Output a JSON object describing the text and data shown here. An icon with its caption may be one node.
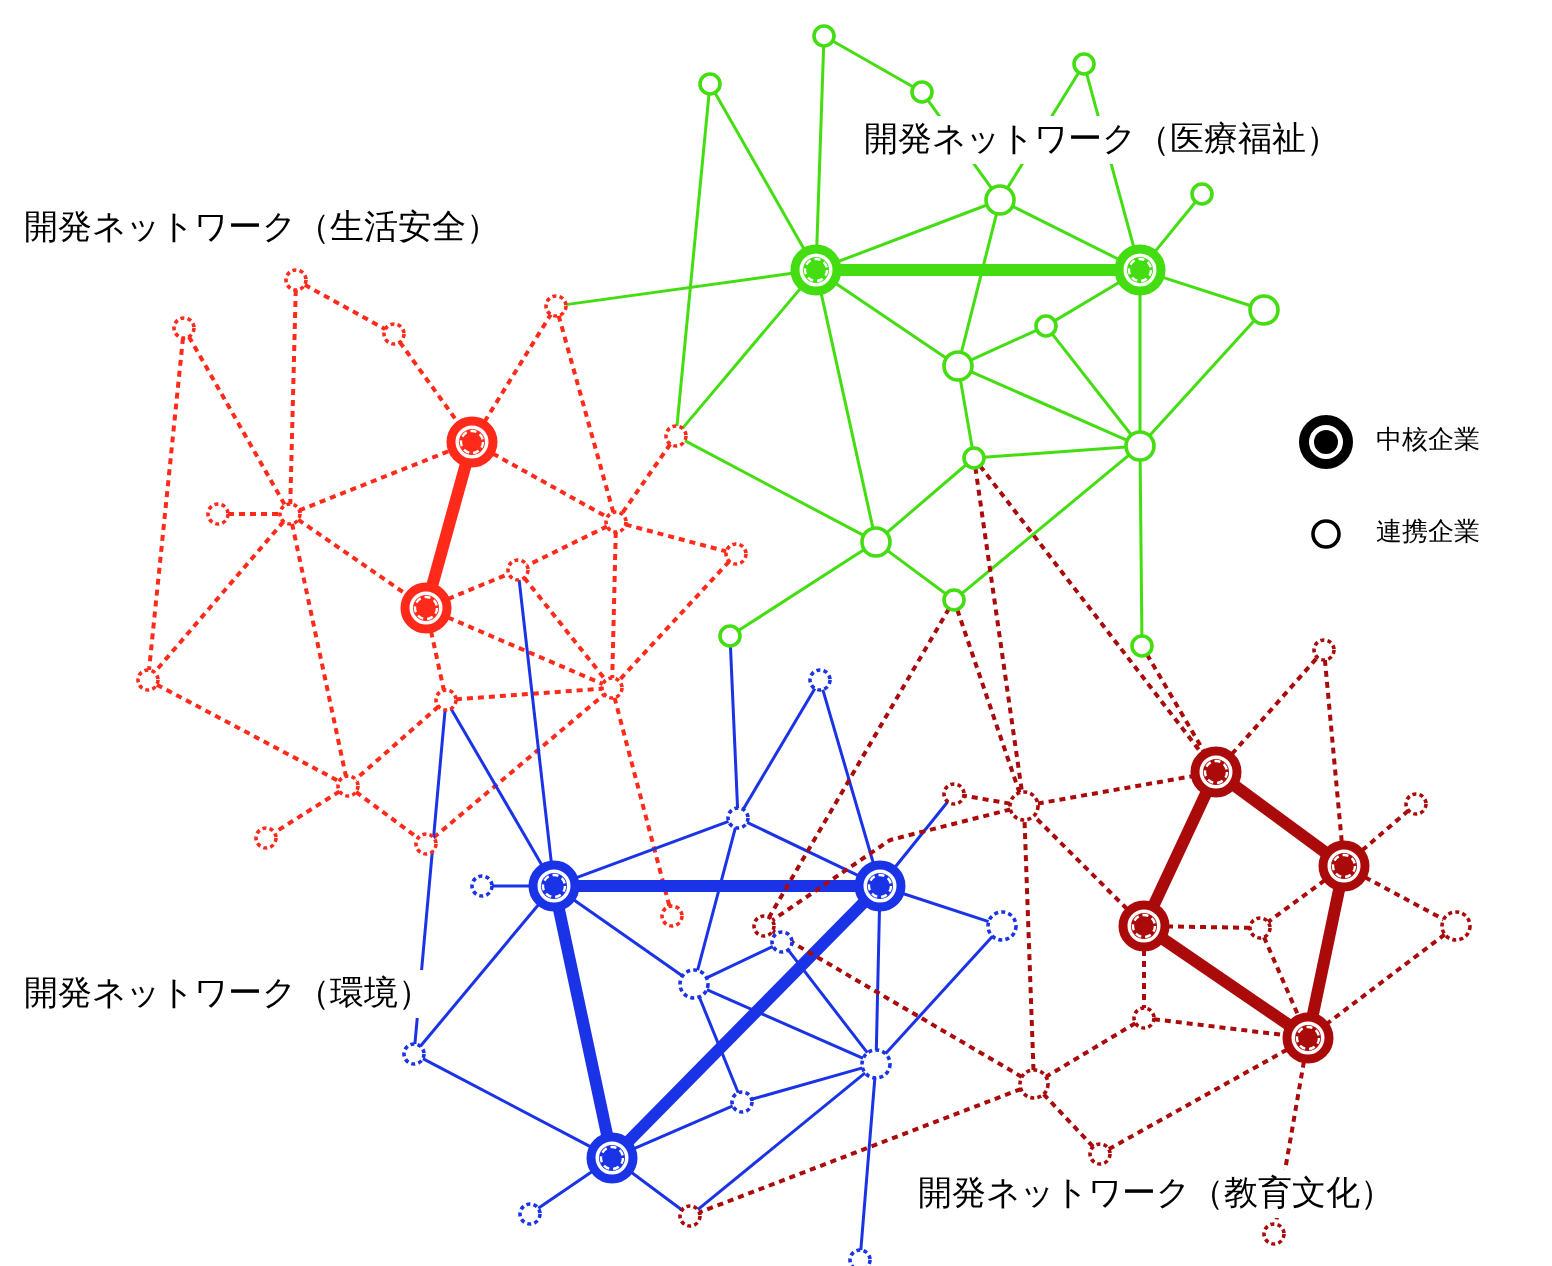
{
  "diagram": {
    "nodes": [
      {
        "text": [],
        "shape": "circle"
      },
      {
        "text": [],
        "shape": "circle"
      },
      {
        "text": [],
        "shape": "circle"
      },
      {
        "text": [],
        "shape": "circle"
      },
      {
        "text": [],
        "shape": "circle"
      },
      {
        "text": [],
        "shape": "circle"
      },
      {
        "text": [],
        "shape": "circle"
      },
      {
        "text": [],
        "shape": "circle"
      },
      {
        "text": [],
        "shape": "circle"
      },
      {
        "text": [],
        "shape": "circle"
      },
      {
        "text": [],
        "shape": "circle"
      },
      {
        "text": [],
        "shape": "circle"
      },
      {
        "text": [],
        "shape": "circle"
      },
      {
        "text": [],
        "shape": "circle"
      },
      {
        "text": [],
        "shape": "circle"
      },
      {
        "text": [],
        "shape": "circle"
      },
      {
        "text": [],
        "shape": "circle"
      },
      {
        "text": [],
        "shape": "circle"
      },
      {
        "text": [],
        "shape": "circle"
      },
      {
        "text": [],
        "shape": "circle"
      },
      {
        "text": [],
        "shape": "circle"
      },
      {
        "text": [],
        "shape": "circle"
      },
      {
        "text": [],
        "shape": "circle"
      },
      {
        "text": [],
        "shape": "circle"
      },
      {
        "text": [],
        "shape": "circle"
      },
      {
        "text": [],
        "shape": "circle"
      },
      {
        "text": [],
        "shape": "circle"
      },
      {
        "text": [],
        "shape": "circle"
      },
      {
        "text": [],
        "shape": "circle"
      },
      {
        "text": [],
        "shape": "circle"
      },
      {
        "text": [],
        "shape": "circle"
      },
      {
        "text": [],
        "shape": "circle"
      },
      {
        "text": [],
        "shape": "circle"
      },
      {
        "text": [],
        "shape": "circle"
      },
      {
        "text": [],
        "shape": "circle"
      },
      {
        "text": [],
        "shape": "circle"
      },
      {
        "text": [],
        "shape": "circle"
      },
      {
        "text": [],
        "shape": "circle"
      },
      {
        "text": [],
        "shape": "circle"
      },
      {
        "text": [],
        "shape": "circle"
      },
      {
        "text": [],
        "shape": "circle"
      },
      {
        "text": [],
        "shape": "circle"
      },
      {
        "text": [],
        "shape": "circle"
      },
      {
        "text": [],
        "shape": "circle"
      },
      {
        "text": [],
        "shape": "circle"
      },
      {
        "text": [],
        "shape": "circle"
      },
      {
        "text": [],
        "shape": "circle"
      },
      {
        "text": [],
        "shape": "circle"
      },
      {
        "text": [],
        "shape": "circle"
      },
      {
        "text": [],
        "shape": "circle"
      },
      {
        "text": [],
        "shape": "circle"
      },
      {
        "text": [],
        "shape": "circle"
      },
      {
        "text": [],
        "shape": "circle"
      },
      {
        "text": [],
        "shape": "circle"
      },
      {
        "text": [],
        "shape": "circle"
      },
      {
        "text": [],
        "shape": "circle"
      },
      {
        "text": [],
        "shape": "circle"
      },
      {
        "text": [],
        "shape": "circle"
      },
      {
        "text": [],
        "shape": "circle"
      },
      {
        "text": [],
        "shape": "circle"
      },
      {
        "text": [],
        "shape": "circle"
      },
      {
        "text": [],
        "shape": "circle"
      },
      {
        "text": [],
        "shape": "circle"
      },
      {
        "text": [],
        "shape": "circle"
      },
      {
        "text": [],
        "shape": "circle"
      },
      {
        "text": [],
        "shape": "circle"
      }
    ],
    "edges": [
      {
        "from": 0,
        "to": 1,
        "arrow": "none",
        "style": "thick",
        "color": "#44dd11"
      },
      {
        "from": 3,
        "to": 0,
        "arrow": "none",
        "color": "#44dd11"
      },
      {
        "from": 2,
        "to": 0,
        "arrow": "none",
        "color": "#44dd11"
      },
      {
        "from": 2,
        "to": 4,
        "arrow": "none",
        "color": "#44dd11"
      },
      {
        "from": 4,
        "to": 6,
        "arrow": "none",
        "color": "#44dd11"
      },
      {
        "from": 5,
        "to": 6,
        "arrow": "none",
        "color": "#44dd11"
      },
      {
        "from": 5,
        "to": 1,
        "arrow": "none",
        "color": "#44dd11"
      },
      {
        "from": 6,
        "to": 0,
        "arrow": "none",
        "color": "#44dd11"
      },
      {
        "from": 6,
        "to": 1,
        "arrow": "none",
        "color": "#44dd11"
      },
      {
        "from": 7,
        "to": 1,
        "arrow": "none",
        "color": "#44dd11"
      },
      {
        "from": 1,
        "to": 8,
        "arrow": "none",
        "color": "#44dd11"
      },
      {
        "from": 1,
        "to": 9,
        "arrow": "none",
        "color": "#44dd11"
      },
      {
        "from": 9,
        "to": 10,
        "arrow": "none",
        "color": "#44dd11"
      },
      {
        "from": 9,
        "to": 12,
        "arrow": "none",
        "color": "#44dd11"
      },
      {
        "from": 1,
        "to": 12,
        "arrow": "none",
        "color": "#44dd11"
      },
      {
        "from": 6,
        "to": 10,
        "arrow": "none",
        "color": "#44dd11"
      },
      {
        "from": 0,
        "to": 10,
        "arrow": "none",
        "color": "#44dd11"
      },
      {
        "from": 10,
        "to": 12,
        "arrow": "none",
        "color": "#44dd11"
      },
      {
        "from": 10,
        "to": 11,
        "arrow": "none",
        "color": "#44dd11"
      },
      {
        "from": 11,
        "to": 12,
        "arrow": "none",
        "color": "#44dd11"
      },
      {
        "from": 8,
        "to": 12,
        "arrow": "none",
        "color": "#44dd11"
      },
      {
        "from": 0,
        "to": 13,
        "arrow": "none",
        "color": "#44dd11"
      },
      {
        "from": 11,
        "to": 13,
        "arrow": "none",
        "color": "#44dd11"
      },
      {
        "from": 13,
        "to": 14,
        "arrow": "none",
        "color": "#44dd11"
      },
      {
        "from": 12,
        "to": 14,
        "arrow": "none",
        "color": "#44dd11"
      },
      {
        "from": 12,
        "to": 16,
        "arrow": "none",
        "color": "#44dd11"
      },
      {
        "from": 13,
        "to": 15,
        "arrow": "none",
        "color": "#44dd11"
      },
      {
        "from": 0,
        "to": 22,
        "arrow": "none",
        "color": "#44dd11"
      },
      {
        "from": 0,
        "to": 25,
        "arrow": "none",
        "color": "#44dd11"
      },
      {
        "from": 3,
        "to": 25,
        "arrow": "none",
        "color": "#44dd11"
      },
      {
        "from": 25,
        "to": 13,
        "arrow": "none",
        "color": "#44dd11"
      },
      {
        "from": 19,
        "to": 21,
        "arrow": "none",
        "style": "dashed",
        "color": "#ff2a1a"
      },
      {
        "from": 21,
        "to": 17,
        "arrow": "none",
        "style": "dashed",
        "color": "#ff2a1a"
      },
      {
        "from": 19,
        "to": 23,
        "arrow": "none",
        "style": "dashed",
        "color": "#ff2a1a"
      },
      {
        "from": 20,
        "to": 23,
        "arrow": "none",
        "style": "dashed",
        "color": "#ff2a1a"
      },
      {
        "from": 20,
        "to": 29,
        "arrow": "none",
        "style": "dashed",
        "color": "#ff2a1a"
      },
      {
        "from": 24,
        "to": 23,
        "arrow": "none",
        "style": "dashed",
        "color": "#ff2a1a"
      },
      {
        "from": 23,
        "to": 17,
        "arrow": "none",
        "style": "dashed",
        "color": "#ff2a1a"
      },
      {
        "from": 23,
        "to": 18,
        "arrow": "none",
        "style": "dashed",
        "color": "#ff2a1a"
      },
      {
        "from": 23,
        "to": 29,
        "arrow": "none",
        "style": "dashed",
        "color": "#ff2a1a"
      },
      {
        "from": 23,
        "to": 32,
        "arrow": "none",
        "style": "dashed",
        "color": "#ff2a1a"
      },
      {
        "from": 17,
        "to": 18,
        "arrow": "none",
        "style": "thick",
        "color": "#ff2a1a"
      },
      {
        "from": 17,
        "to": 22,
        "arrow": "none",
        "style": "dashed",
        "color": "#ff2a1a"
      },
      {
        "from": 17,
        "to": 26,
        "arrow": "none",
        "style": "dashed",
        "color": "#ff2a1a"
      },
      {
        "from": 22,
        "to": 26,
        "arrow": "none",
        "style": "dashed",
        "color": "#ff2a1a"
      },
      {
        "from": 25,
        "to": 26,
        "arrow": "none",
        "style": "dashed",
        "color": "#ff2a1a"
      },
      {
        "from": 26,
        "to": 27,
        "arrow": "none",
        "style": "dashed",
        "color": "#ff2a1a"
      },
      {
        "from": 26,
        "to": 28,
        "arrow": "none",
        "style": "dashed",
        "color": "#ff2a1a"
      },
      {
        "from": 26,
        "to": 31,
        "arrow": "none",
        "style": "dashed",
        "color": "#ff2a1a"
      },
      {
        "from": 27,
        "to": 31,
        "arrow": "none",
        "style": "dashed",
        "color": "#ff2a1a"
      },
      {
        "from": 18,
        "to": 28,
        "arrow": "none",
        "style": "dashed",
        "color": "#ff2a1a"
      },
      {
        "from": 18,
        "to": 30,
        "arrow": "none",
        "style": "dashed",
        "color": "#ff2a1a"
      },
      {
        "from": 18,
        "to": 31,
        "arrow": "none",
        "style": "dashed",
        "color": "#ff2a1a"
      },
      {
        "from": 28,
        "to": 31,
        "arrow": "none",
        "style": "dashed",
        "color": "#ff2a1a"
      },
      {
        "from": 29,
        "to": 32,
        "arrow": "none",
        "style": "dashed",
        "color": "#ff2a1a"
      },
      {
        "from": 30,
        "to": 31,
        "arrow": "none",
        "style": "dashed",
        "color": "#ff2a1a"
      },
      {
        "from": 30,
        "to": 32,
        "arrow": "none",
        "style": "dashed",
        "color": "#ff2a1a"
      },
      {
        "from": 32,
        "to": 33,
        "arrow": "none",
        "style": "dashed",
        "color": "#ff2a1a"
      },
      {
        "from": 32,
        "to": 34,
        "arrow": "none",
        "style": "dashed",
        "color": "#ff2a1a"
      },
      {
        "from": 34,
        "to": 31,
        "arrow": "none",
        "style": "dashed",
        "color": "#ff2a1a"
      },
      {
        "from": 31,
        "to": 35,
        "arrow": "none",
        "style": "dashed",
        "color": "#ff2a1a"
      },
      {
        "from": 36,
        "to": 39,
        "arrow": "none",
        "color": "#1a33e6"
      },
      {
        "from": 36,
        "to": 28,
        "arrow": "none",
        "color": "#1a33e6"
      },
      {
        "from": 36,
        "to": 30,
        "arrow": "none",
        "color": "#1a33e6"
      },
      {
        "from": 30,
        "to": 40,
        "arrow": "none",
        "color": "#1a33e6"
      },
      {
        "from": 36,
        "to": 42,
        "arrow": "none",
        "color": "#1a33e6"
      },
      {
        "from": 36,
        "to": 44,
        "arrow": "none",
        "color": "#1a33e6"
      },
      {
        "from": 36,
        "to": 40,
        "arrow": "none",
        "color": "#1a33e6"
      },
      {
        "from": 36,
        "to": 37,
        "arrow": "none",
        "style": "thick",
        "color": "#1a33e6"
      },
      {
        "from": 36,
        "to": 38,
        "arrow": "none",
        "style": "thick",
        "color": "#1a33e6"
      },
      {
        "from": 38,
        "to": 40,
        "arrow": "none",
        "color": "#1a33e6"
      },
      {
        "from": 38,
        "to": 41,
        "arrow": "none",
        "color": "#1a33e6"
      },
      {
        "from": 38,
        "to": 37,
        "arrow": "none",
        "style": "thick",
        "color": "#1a33e6"
      },
      {
        "from": 38,
        "to": 45,
        "arrow": "none",
        "color": "#1a33e6"
      },
      {
        "from": 38,
        "to": 65,
        "arrow": "none",
        "color": "#1a33e6"
      },
      {
        "from": 42,
        "to": 15,
        "arrow": "none",
        "color": "#1a33e6"
      },
      {
        "from": 42,
        "to": 44,
        "arrow": "none",
        "color": "#1a33e6"
      },
      {
        "from": 42,
        "to": 37,
        "arrow": "none",
        "color": "#1a33e6"
      },
      {
        "from": 43,
        "to": 42,
        "arrow": "none",
        "color": "#1a33e6"
      },
      {
        "from": 43,
        "to": 37,
        "arrow": "none",
        "color": "#1a33e6"
      },
      {
        "from": 37,
        "to": 60,
        "arrow": "none",
        "color": "#1a33e6"
      },
      {
        "from": 37,
        "to": 46,
        "arrow": "none",
        "color": "#1a33e6"
      },
      {
        "from": 37,
        "to": 47,
        "arrow": "none",
        "color": "#1a33e6"
      },
      {
        "from": 47,
        "to": 49,
        "arrow": "none",
        "color": "#1a33e6"
      },
      {
        "from": 44,
        "to": 48,
        "arrow": "none",
        "color": "#1a33e6"
      },
      {
        "from": 44,
        "to": 47,
        "arrow": "none",
        "color": "#1a33e6"
      },
      {
        "from": 44,
        "to": 45,
        "arrow": "none",
        "color": "#1a33e6"
      },
      {
        "from": 48,
        "to": 47,
        "arrow": "none",
        "color": "#1a33e6"
      },
      {
        "from": 46,
        "to": 47,
        "arrow": "none",
        "color": "#1a33e6"
      },
      {
        "from": 45,
        "to": 47,
        "arrow": "none",
        "color": "#1a33e6"
      },
      {
        "from": 47,
        "to": 65,
        "arrow": "none",
        "color": "#1a33e6"
      },
      {
        "from": 50,
        "to": 51,
        "arrow": "none",
        "style": "thick",
        "color": "#aa0a0a"
      },
      {
        "from": 50,
        "to": 52,
        "arrow": "none",
        "style": "thick",
        "color": "#aa0a0a"
      },
      {
        "from": 52,
        "to": 53,
        "arrow": "none",
        "style": "thick",
        "color": "#aa0a0a"
      },
      {
        "from": 51,
        "to": 53,
        "arrow": "none",
        "style": "thick",
        "color": "#aa0a0a"
      },
      {
        "from": 50,
        "to": 54,
        "arrow": "none",
        "style": "dashed",
        "color": "#aa0a0a"
      },
      {
        "from": 54,
        "to": 51,
        "arrow": "none",
        "style": "dashed",
        "color": "#aa0a0a"
      },
      {
        "from": 51,
        "to": 55,
        "arrow": "none",
        "style": "dashed",
        "color": "#aa0a0a"
      },
      {
        "from": 51,
        "to": 56,
        "arrow": "none",
        "style": "dashed",
        "color": "#aa0a0a"
      },
      {
        "from": 51,
        "to": 57,
        "arrow": "none",
        "style": "dashed",
        "color": "#aa0a0a"
      },
      {
        "from": 56,
        "to": 53,
        "arrow": "none",
        "style": "dashed",
        "color": "#aa0a0a"
      },
      {
        "from": 57,
        "to": 53,
        "arrow": "none",
        "style": "dashed",
        "color": "#aa0a0a"
      },
      {
        "from": 57,
        "to": 52,
        "arrow": "none",
        "style": "dashed",
        "color": "#aa0a0a"
      },
      {
        "from": 52,
        "to": 58,
        "arrow": "none",
        "style": "dashed",
        "color": "#aa0a0a"
      },
      {
        "from": 58,
        "to": 53,
        "arrow": "none",
        "style": "dashed",
        "color": "#aa0a0a"
      },
      {
        "from": 58,
        "to": 61,
        "arrow": "none",
        "style": "dashed",
        "color": "#aa0a0a"
      },
      {
        "from": 53,
        "to": 62,
        "arrow": "none",
        "style": "dashed",
        "color": "#aa0a0a"
      },
      {
        "from": 53,
        "to": 63,
        "arrow": "none",
        "style": "dashed",
        "color": "#aa0a0a"
      },
      {
        "from": 61,
        "to": 62,
        "arrow": "none",
        "style": "dashed",
        "color": "#aa0a0a"
      },
      {
        "from": 61,
        "to": 65,
        "arrow": "none",
        "style": "dashed",
        "color": "#aa0a0a"
      },
      {
        "from": 61,
        "to": 59,
        "arrow": "none",
        "style": "dashed",
        "color": "#aa0a0a"
      },
      {
        "from": 61,
        "to": 64,
        "arrow": "none",
        "style": "dashed",
        "color": "#aa0a0a"
      },
      {
        "from": 52,
        "to": 59,
        "arrow": "none",
        "style": "dashed",
        "color": "#aa0a0a"
      },
      {
        "from": 59,
        "to": 50,
        "arrow": "none",
        "style": "dashed",
        "color": "#aa0a0a"
      },
      {
        "from": 59,
        "to": 60,
        "arrow": "none",
        "style": "dashed",
        "color": "#aa0a0a"
      },
      {
        "from": 59,
        "to": 14,
        "arrow": "none",
        "style": "dashed",
        "color": "#aa0a0a"
      },
      {
        "from": 14,
        "to": 64,
        "arrow": "none",
        "style": "dashed",
        "color": "#aa0a0a"
      },
      {
        "from": 11,
        "to": 50,
        "arrow": "none",
        "style": "dashed",
        "color": "#aa0a0a"
      },
      {
        "from": 11,
        "to": 59,
        "arrow": "none",
        "style": "dashed",
        "color": "#aa0a0a"
      },
      {
        "from": 16,
        "to": 50,
        "arrow": "none",
        "style": "dashed",
        "color": "#aa0a0a"
      },
      {
        "from": 59,
        "to": 64,
        "arrow": "none",
        "style": "dashed",
        "color": "#aa0a0a"
      }
    ],
    "labels": [
      "開発ネットワーク（生活安全）",
      "開発ネットワーク（医療福祉）",
      "開発ネットワーク（環境）",
      "開発ネットワーク（教育文化）"
    ],
    "legend": [
      {
        "text": "中核企業"
      },
      {
        "text": "連携企業"
      }
    ]
  }
}
